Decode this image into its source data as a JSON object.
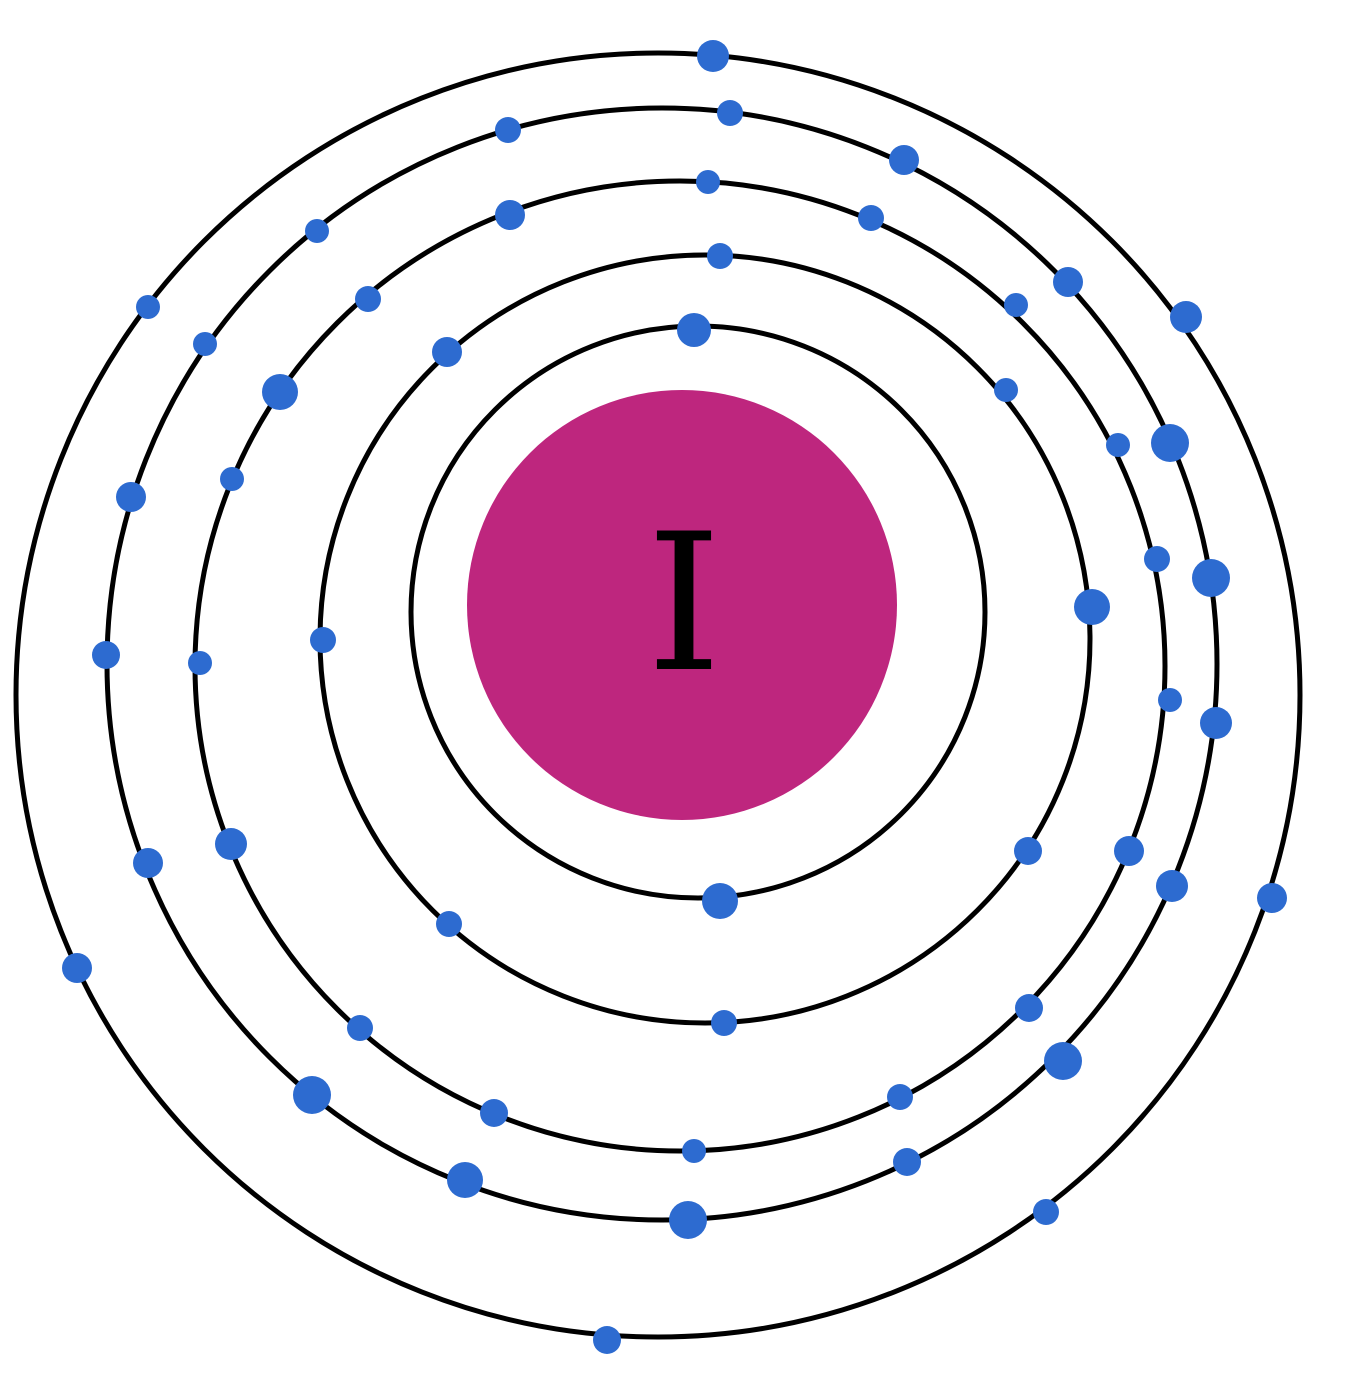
{
  "atom": {
    "symbol": "I",
    "electrons_per_shell": [
      2,
      8,
      18,
      18,
      7
    ]
  },
  "colors": {
    "nucleus": "#BE267E",
    "electron": "#2D6BD0",
    "shell": "#000000"
  }
}
